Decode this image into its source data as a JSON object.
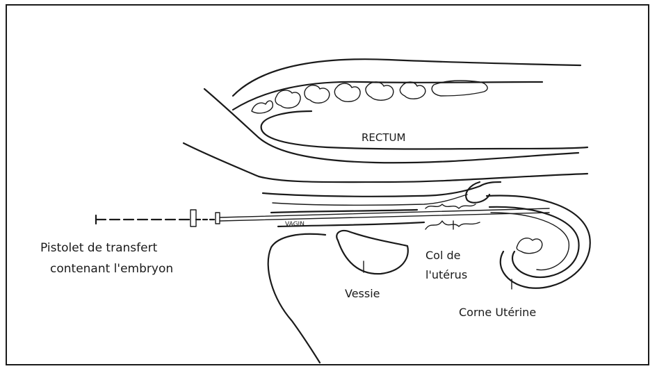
{
  "diagram": {
    "labels": {
      "rectum": "RECTUM",
      "vagin": "VAGIN",
      "pistolet_line1": "Pistolet de transfert",
      "pistolet_line2": "contenant l'embryon",
      "vessie": "Vessie",
      "col_line1": "Col de",
      "col_line2": "l'utérus",
      "corne": "Corne Utérine"
    },
    "colors": {
      "ink": "#1a1a1a",
      "background": "#ffffff"
    }
  }
}
